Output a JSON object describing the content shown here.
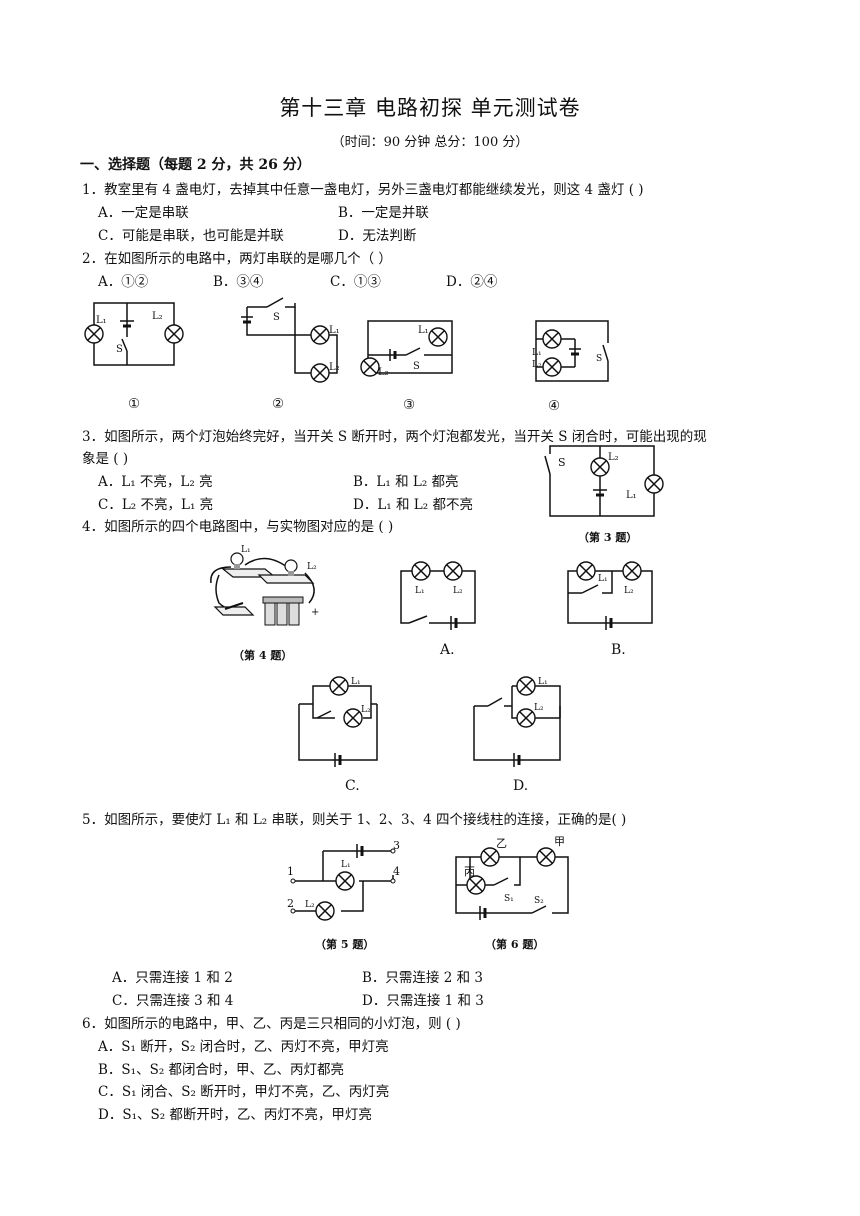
{
  "title": "第十三章  电路初探  单元测试卷",
  "subtitle": "（时间：90 分钟    总分：100 分）",
  "section1": "一、选择题（每题 2 分，共 26 分）",
  "q1": {
    "stem": "1．教室里有 4 盏电灯，去掉其中任意一盏电灯，另外三盏电灯都能继续发光，则这 4 盏灯     (       )",
    "a": "A．一定是串联",
    "b": "B．一定是并联",
    "c": "C．可能是串联，也可能是并联",
    "d": "D．无法判断"
  },
  "q2": {
    "stem": "2．在如图所示的电路中，两灯串联的是哪几个（        ）",
    "a": "A．①②",
    "b": "B．③④",
    "c": "C．①③",
    "d": "D．②④",
    "fig_labels": [
      "①",
      "②",
      "③",
      "④"
    ]
  },
  "q3": {
    "stem": "3．如图所示，两个灯泡始终完好，当开关 S 断开时，两个灯泡都发光，当开关 S 闭合时，可能出现的现",
    "stem2": "象是   (       )",
    "a": "A．L₁ 不亮，L₂ 亮",
    "b": "B．L₁ 和 L₂ 都亮",
    "c": "C．L₂ 不亮，L₁ 亮",
    "d": "D．L₁ 和 L₂ 都不亮",
    "caption": "（第 3 题）"
  },
  "q4": {
    "stem": "4．如图所示的四个电路图中，与实物图对应的是          (       )",
    "caption": "（第 4 题）",
    "fig_labels": [
      "A.",
      "B.",
      "C.",
      "D."
    ]
  },
  "q5": {
    "stem": "5．如图所示，要使灯 L₁ 和 L₂ 串联，则关于 1、2、3、4 四个接线柱的连接，正确的是(        )",
    "a": "A．只需连接 1 和 2",
    "b": "B．只需连接 2 和 3",
    "c": "C．只需连接 3 和 4",
    "d": "D．只需连接 1 和 3",
    "caption": "（第 5 题）"
  },
  "q6": {
    "stem": "6．如图所示的电路中，甲、乙、丙是三只相同的小灯泡，则        (       )",
    "a": "A．S₁ 断开，S₂ 闭合时，乙、丙灯不亮，甲灯亮",
    "b": "B．S₁、S₂ 都闭合时，甲、乙、丙灯都亮",
    "c": "C．S₁ 闭合、S₂ 断开时，甲灯不亮，乙、丙灯亮",
    "d": "D．S₁、S₂ 都断开时，乙、丙灯不亮，甲灯亮",
    "caption": "（第 6 题）",
    "lamp_labels": [
      "甲",
      "乙",
      "丙"
    ]
  },
  "labels": {
    "L1": "L₁",
    "L2": "L₂",
    "S": "S",
    "S1": "S₁",
    "S2": "S₂",
    "t1": "1",
    "t2": "2",
    "t3": "3",
    "t4": "4",
    "plus": "+"
  }
}
